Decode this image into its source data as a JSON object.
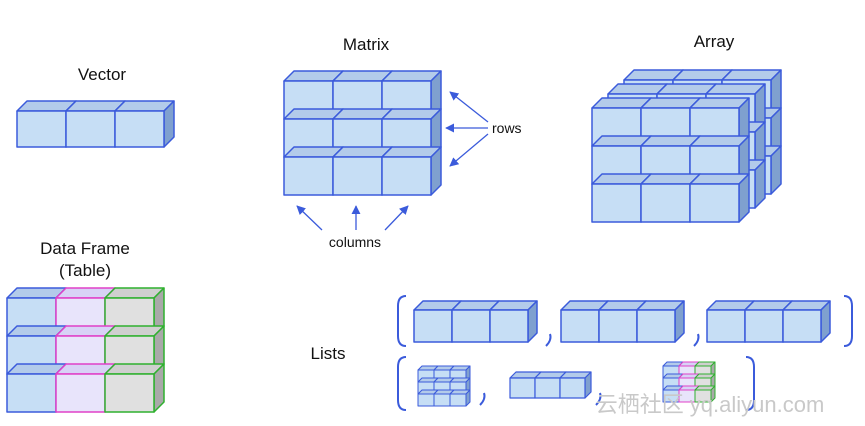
{
  "labels": {
    "vector": "Vector",
    "matrix": "Matrix",
    "array": "Array",
    "data_frame": "Data Frame",
    "data_frame_sub": "(Table)",
    "rows": "rows",
    "columns": "columns",
    "lists": "Lists"
  },
  "watermark": "云栖社区 yq.aliyun.com",
  "colors": {
    "cell_fill": "#c6def5",
    "cell_top": "#b3cbea",
    "cell_side": "#7fa0cf",
    "cell_stroke": "#3b5bdb",
    "pink_fill": "#e8e4fb",
    "pink_stroke": "#e040c8",
    "gray_fill": "#e0e0e0",
    "green_stroke": "#2fb02f",
    "arrow": "#3b5bdb"
  }
}
